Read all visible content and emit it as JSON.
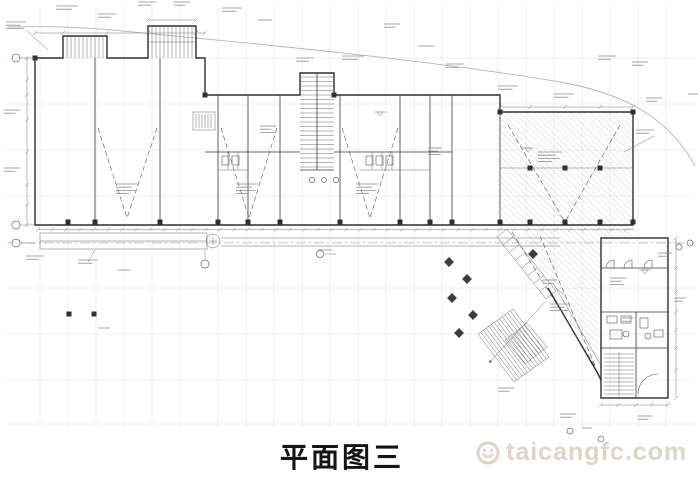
{
  "page": {
    "kind": "architectural-floor-plan-sheet",
    "background": "#ffffff"
  },
  "title": {
    "text": "平面图三"
  },
  "watermark": {
    "text": "taicangfc.com",
    "icon": "smiley-face-icon",
    "color": "#ddd4ca"
  },
  "drawing": {
    "legible_text": [
      "平面图三",
      "taicangfc.com"
    ],
    "colors": {
      "walls": "#2e2e2e",
      "thin_lines": "#6a6a6a",
      "grid_lines": "#e0e0e0",
      "hatch": "#b0b0b0",
      "road_line": "#b5b5b5",
      "annotation_marks": "#8c8c8c"
    },
    "features": [
      "long-horizontal-retail-strip-with-unit-partitions",
      "north-side-stair-shafts",
      "central-double-flight-staircase",
      "hatched-corner-hall",
      "diagonal-south-east-wing",
      "right-wing-block-with-stair-and-restrooms",
      "south-canopy-walkway",
      "exterior-ramp-with-stripes",
      "landscape-diamond-planters",
      "dimension-chains-and-grid-bubbles",
      "curved-road-boundary-top-right"
    ]
  }
}
